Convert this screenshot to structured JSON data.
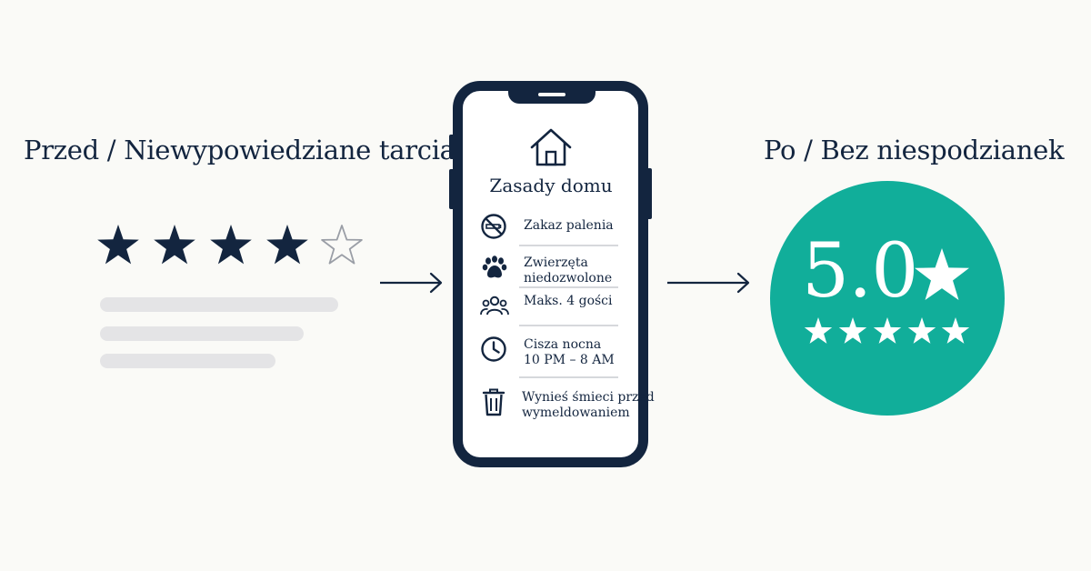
{
  "before": {
    "heading": "Przed / Niewypowiedziane tarcia",
    "rating_filled": 4,
    "rating_total": 5
  },
  "phone": {
    "title": "Zasady domu",
    "rules": [
      {
        "icon": "no-smoking-icon",
        "lines": [
          "Zakaz palenia"
        ]
      },
      {
        "icon": "paw-icon",
        "lines": [
          "Zwierzęta",
          "niedozwolone"
        ]
      },
      {
        "icon": "people-icon",
        "lines": [
          "Maks. 4 gości"
        ]
      },
      {
        "icon": "clock-icon",
        "lines": [
          "Cisza nocna",
          "10 PM – 8 AM"
        ]
      },
      {
        "icon": "trash-icon",
        "lines": [
          "Wynieś śmieci przed",
          "wymeldowaniem"
        ]
      }
    ]
  },
  "after": {
    "heading": "Po / Bez niespodzianek",
    "score": "5.0",
    "rating_filled": 5,
    "rating_total": 5
  },
  "colors": {
    "navy": "#13253f",
    "teal": "#11ae9a",
    "placeholder": "#e4e4e6",
    "background": "#fafaf7"
  }
}
